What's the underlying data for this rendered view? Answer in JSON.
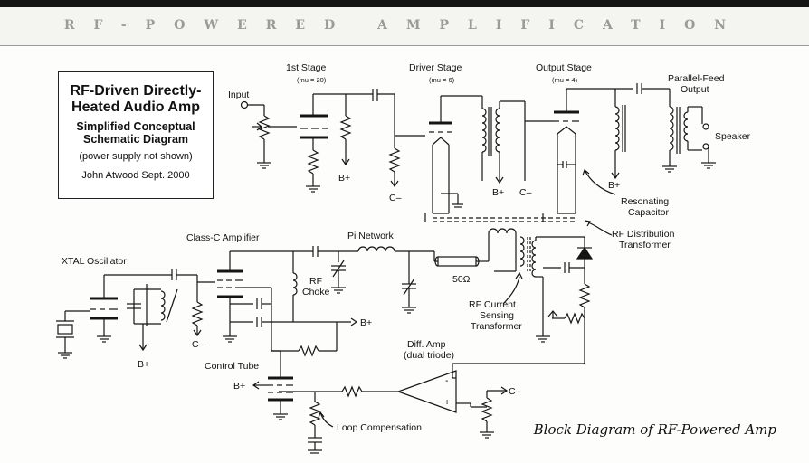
{
  "header": {
    "title": "RF-POWERED AMPLIFICATION"
  },
  "title_box": {
    "title": "RF-Driven Directly-\nHeated Audio Amp",
    "subtitle": "Simplified Conceptual\nSchematic Diagram",
    "note": "(power supply not shown)",
    "author": "John Atwood  Sept. 2000"
  },
  "caption": "Block Diagram of RF-Powered Amp",
  "labels": {
    "input": "Input",
    "stage1": "1st Stage",
    "stage1_mu": "(mu = 20)",
    "driver": "Driver Stage",
    "driver_mu": "(mu = 6)",
    "output": "Output Stage",
    "output_mu": "(mu = 4)",
    "parallel_feed_1": "Parallel-Feed",
    "parallel_feed_2": "Output",
    "speaker": "Speaker",
    "resonating_1": "Resonating",
    "resonating_2": "Capacitor",
    "rf_dist_1": "RF Distribution",
    "rf_dist_2": "Transformer",
    "xtal": "XTAL Oscillator",
    "class_c": "Class-C Amplifier",
    "pi_network": "Pi Network",
    "rf_choke_1": "RF",
    "rf_choke_2": "Choke",
    "ohms": "50Ω",
    "rf_sense_1": "RF Current",
    "rf_sense_2": "Sensing",
    "rf_sense_3": "Transformer",
    "diff_amp_1": "Diff. Amp",
    "diff_amp_2": "(dual triode)",
    "control_tube": "Control Tube",
    "loop_comp": "Loop Compensation",
    "bplus": "B+",
    "cminus": "C–",
    "minus_sign": "-",
    "plus_sign": "+"
  }
}
